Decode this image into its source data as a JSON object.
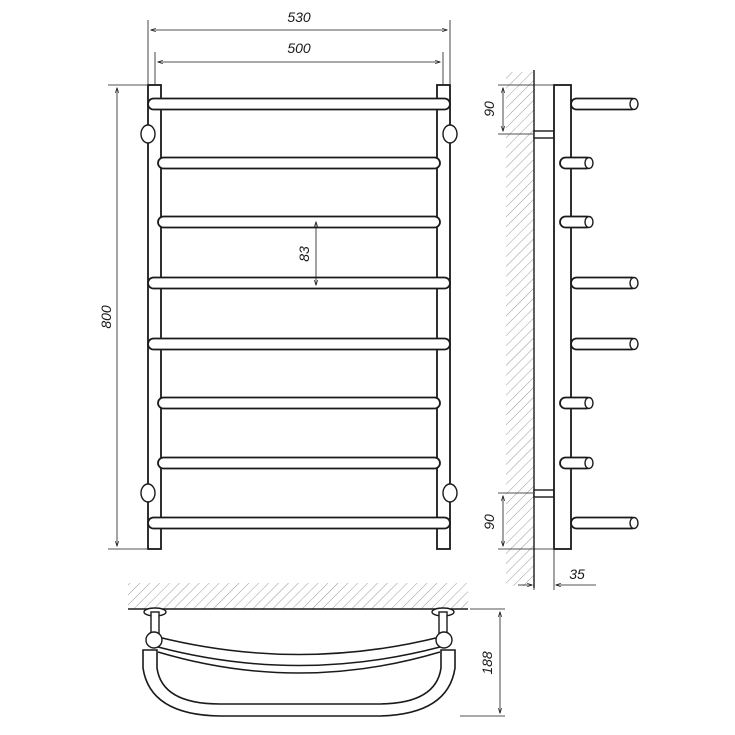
{
  "dimensions": {
    "overall_width": "530",
    "rail_width": "500",
    "height": "800",
    "rung_spacing": "83",
    "top_offset": "90",
    "bottom_offset": "90",
    "wall_gap": "35",
    "depth": "188"
  },
  "drawing": {
    "ladder_rungs": 8,
    "colors": {
      "line": "#1a1a1a",
      "hatch": "#9a9a9a",
      "background": "#ffffff"
    }
  }
}
